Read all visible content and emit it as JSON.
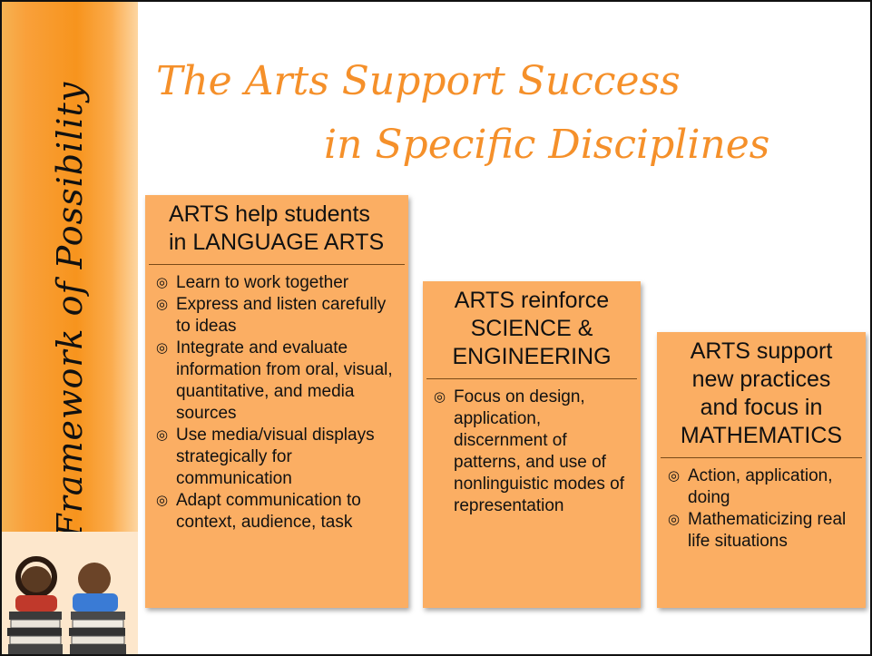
{
  "side_label": "A Framework of Possibility",
  "title": {
    "line1": "The Arts Support Success",
    "line2": "in Specific Disciplines"
  },
  "boxes": [
    {
      "heading_line1": "ARTS help students",
      "heading_line2": "in LANGUAGE ARTS",
      "bullets": [
        "Learn to work together",
        "Express and listen carefully to ideas",
        "Integrate and evaluate information from oral, visual, quantitative, and media sources",
        "Use media/visual displays strategically for communication",
        "Adapt communication to context, audience, task"
      ]
    },
    {
      "heading_line1": "ARTS reinforce",
      "heading_line2": "SCIENCE &",
      "heading_line3": "ENGINEERING",
      "bullets": [
        "Focus on design, application, discernment of patterns, and use of nonlinguistic modes of representation"
      ]
    },
    {
      "heading_line1": "ARTS support",
      "heading_line2": "new practices",
      "heading_line3": "and focus in",
      "heading_line4": "MATHEMATICS",
      "bullets": [
        "Action, application, doing",
        "Mathematicizing real life situations"
      ]
    }
  ],
  "colors": {
    "accent": "#f7941d",
    "box_fill": "#fbae63",
    "title": "#f5902a"
  },
  "images": {
    "corner_photo": "children-with-books-photo"
  }
}
